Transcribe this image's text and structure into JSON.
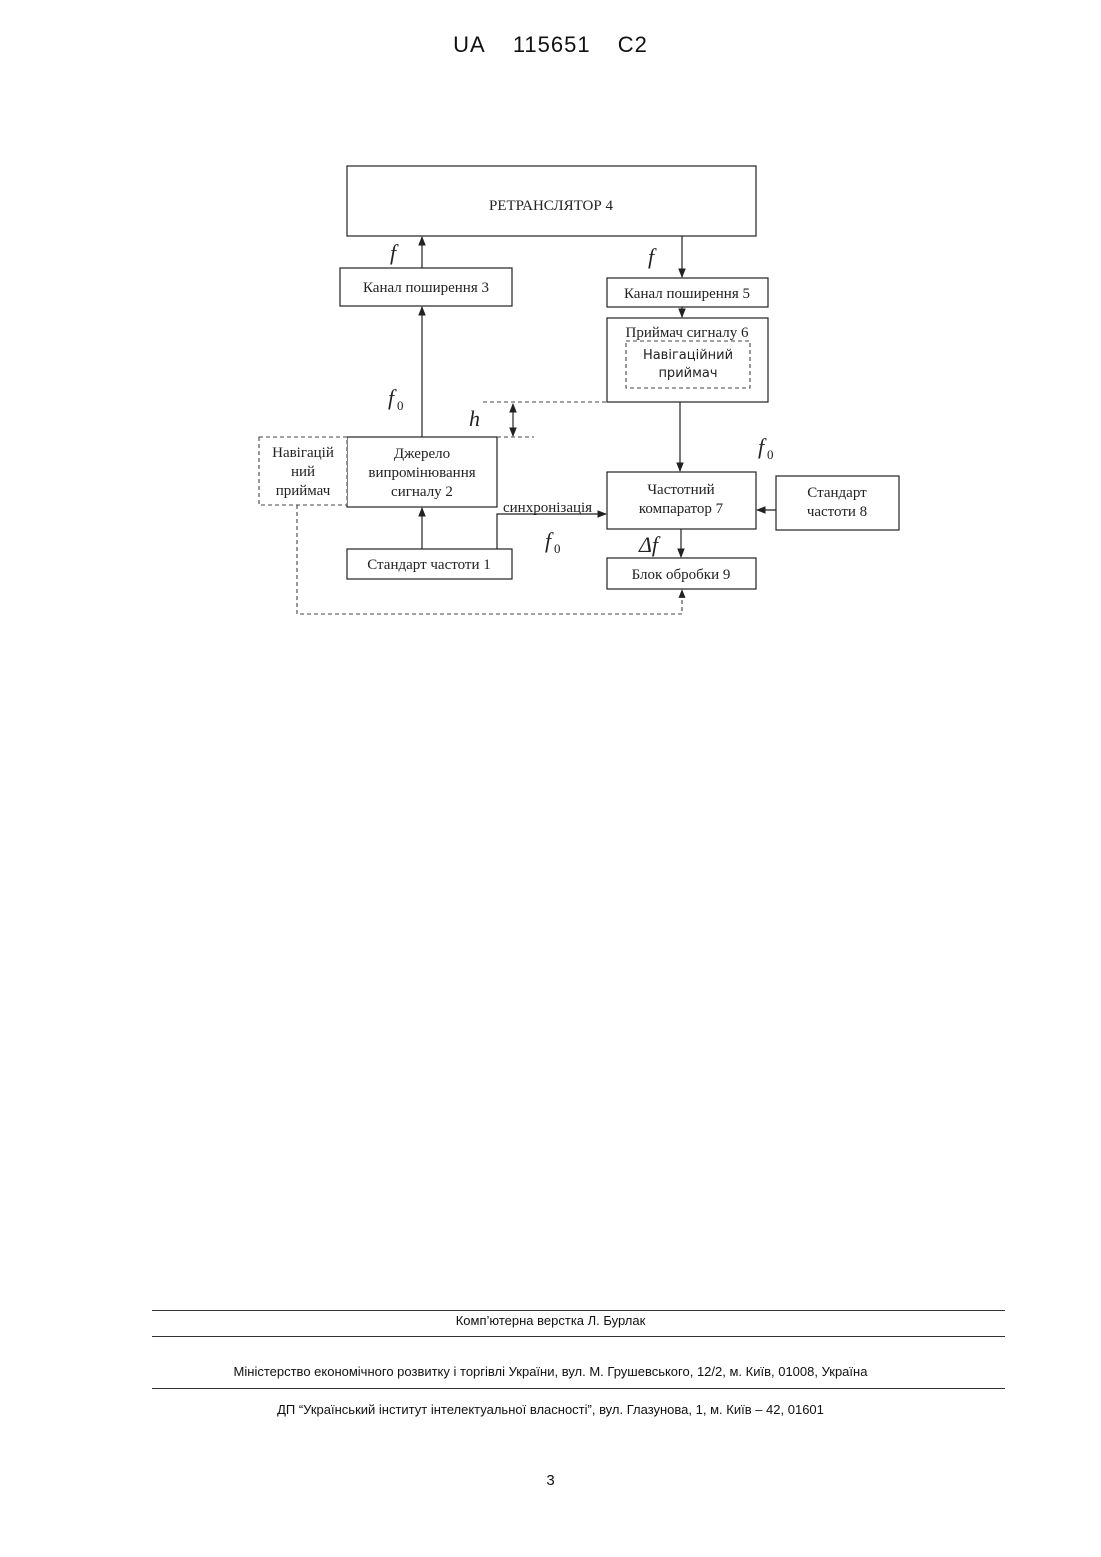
{
  "header": {
    "country": "UA",
    "number": "115651",
    "kind": "C2"
  },
  "diagram": {
    "retranslator": "РЕТРАНСЛЯТОР 4",
    "channel3": "Канал поширення 3",
    "channel5": "Канал поширення 5",
    "receiver6": "Приймач сигналу 6",
    "nav_receiver_inner": [
      "Навігаційний",
      "приймач"
    ],
    "source2": [
      "Джерело",
      "випромінювання",
      "сигналу 2"
    ],
    "nav_receiver_left": [
      "Навігацій",
      "ний",
      "приймач"
    ],
    "comparator7": [
      "Частотний",
      "компаратор 7"
    ],
    "standard8": [
      "Стандарт",
      "частоти 8"
    ],
    "standard1": "Стандарт частоти 1",
    "block9": "Блок обробки 9",
    "sync_label": "синхронізація",
    "sym_f": "f",
    "sym_f0": "f",
    "sym_f0_sub": "0",
    "sym_h": "h",
    "sym_delta_f": "Δf"
  },
  "footer": {
    "layout": "Комп’ютерна верстка Л. Бурлак",
    "ministry": "Міністерство економічного розвитку і торгівлі України, вул. М. Грушевського, 12/2, м. Київ, 01008, Україна",
    "institute": "ДП “Український інститут інтелектуальної власності”, вул. Глазунова, 1, м. Київ – 42, 01601"
  },
  "page_number": "3"
}
